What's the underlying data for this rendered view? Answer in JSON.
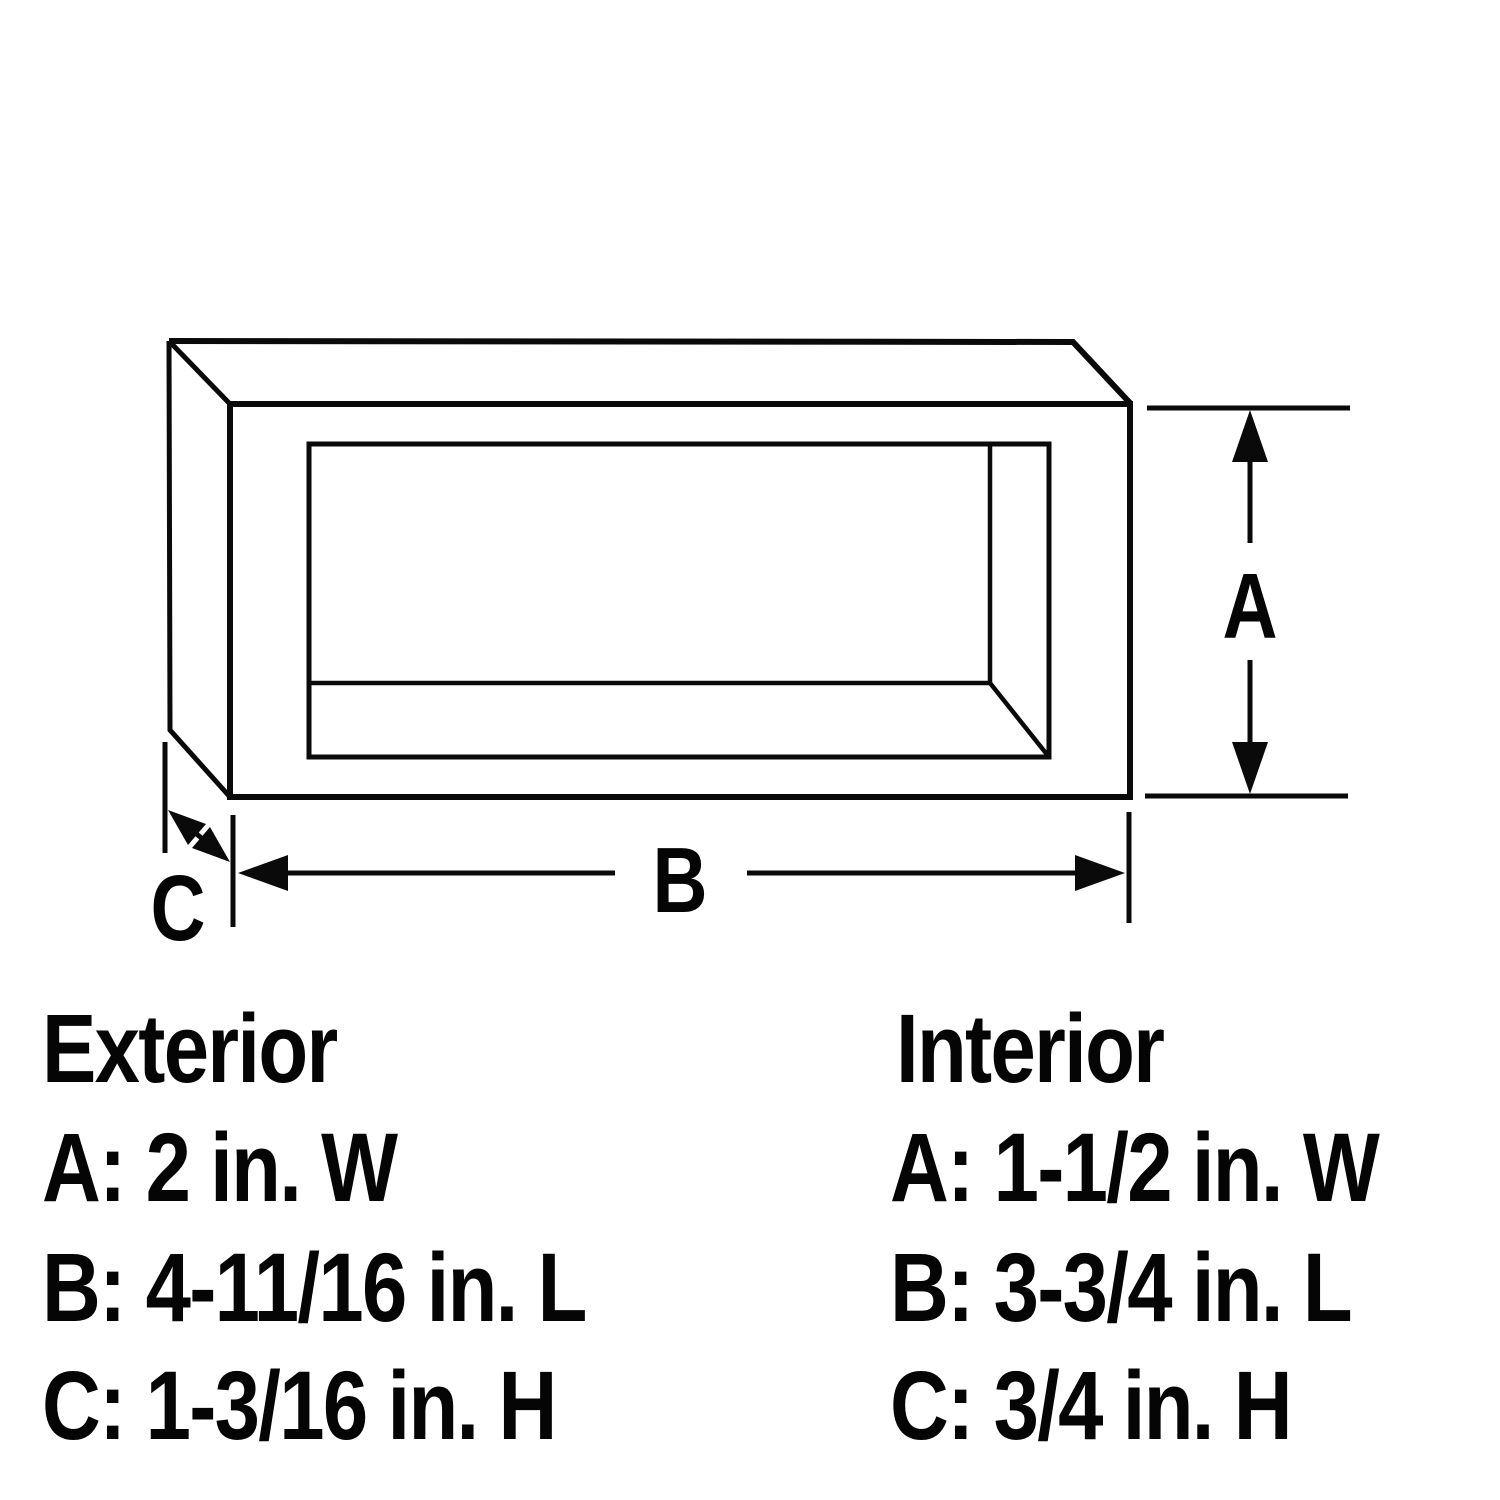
{
  "colors": {
    "ink": "#050505",
    "background": "#ffffff"
  },
  "diagram": {
    "description": "3D line drawing of a hollow rectangular block frame with dimension arrows",
    "dim_labels": {
      "a": "A",
      "b": "B",
      "c": "C"
    }
  },
  "specs": {
    "exterior": {
      "title": "Exterior",
      "rows": [
        {
          "key": "A",
          "value": "2 in. W",
          "text": "A: 2 in. W"
        },
        {
          "key": "B",
          "value": "4-11/16 in. L",
          "text": "B: 4-11/16 in. L"
        },
        {
          "key": "C",
          "value": "1-3/16 in. H",
          "text": "C: 1-3/16 in. H"
        }
      ]
    },
    "interior": {
      "title": "Interior",
      "rows": [
        {
          "key": "A",
          "value": "1-1/2 in. W",
          "text": "A: 1-1/2 in. W"
        },
        {
          "key": "B",
          "value": "3-3/4 in. L",
          "text": "B: 3-3/4 in. L"
        },
        {
          "key": "C",
          "value": "3/4 in. H",
          "text": "C: 3/4 in. H"
        }
      ]
    }
  }
}
